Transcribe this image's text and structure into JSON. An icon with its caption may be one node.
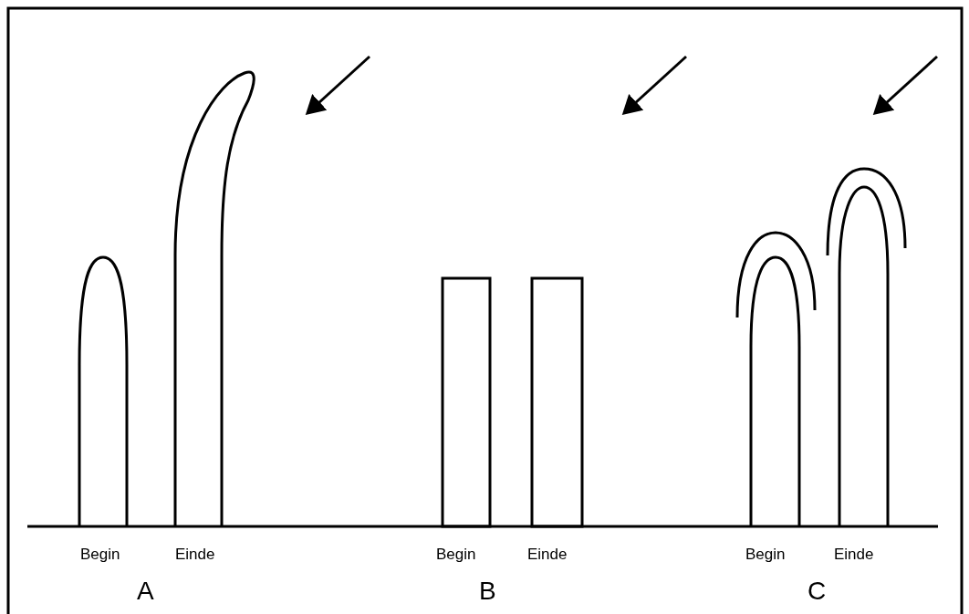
{
  "diagram": {
    "labels": [
      "Begin",
      "Einde",
      "Begin",
      "Einde",
      "Begin",
      "Einde",
      "A",
      "B",
      "C"
    ]
  }
}
